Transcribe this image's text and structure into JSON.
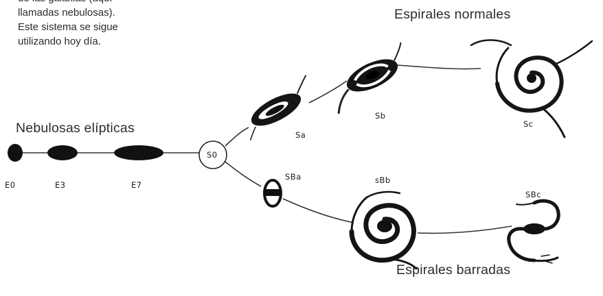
{
  "caption_lines": [
    "de las galaxias (aquí",
    "llamadas nebulosas).",
    "Este sistema se sigue",
    "utilizando hoy día."
  ],
  "groups": {
    "elliptical": "Nebulosas elípticas",
    "normal_spirals": "Espirales normales",
    "barred_spirals": "Espirales barradas"
  },
  "classes": {
    "E0": "E0",
    "E3": "E3",
    "E7": "E7",
    "S0": "S0",
    "Sa": "Sa",
    "Sb": "Sb",
    "Sc": "Sc",
    "SBa": "SBa",
    "SBb": "sBb",
    "SBc": "SBc"
  },
  "colors": {
    "ink": "#111111",
    "line": "#333333",
    "text": "#2b2b2b"
  }
}
